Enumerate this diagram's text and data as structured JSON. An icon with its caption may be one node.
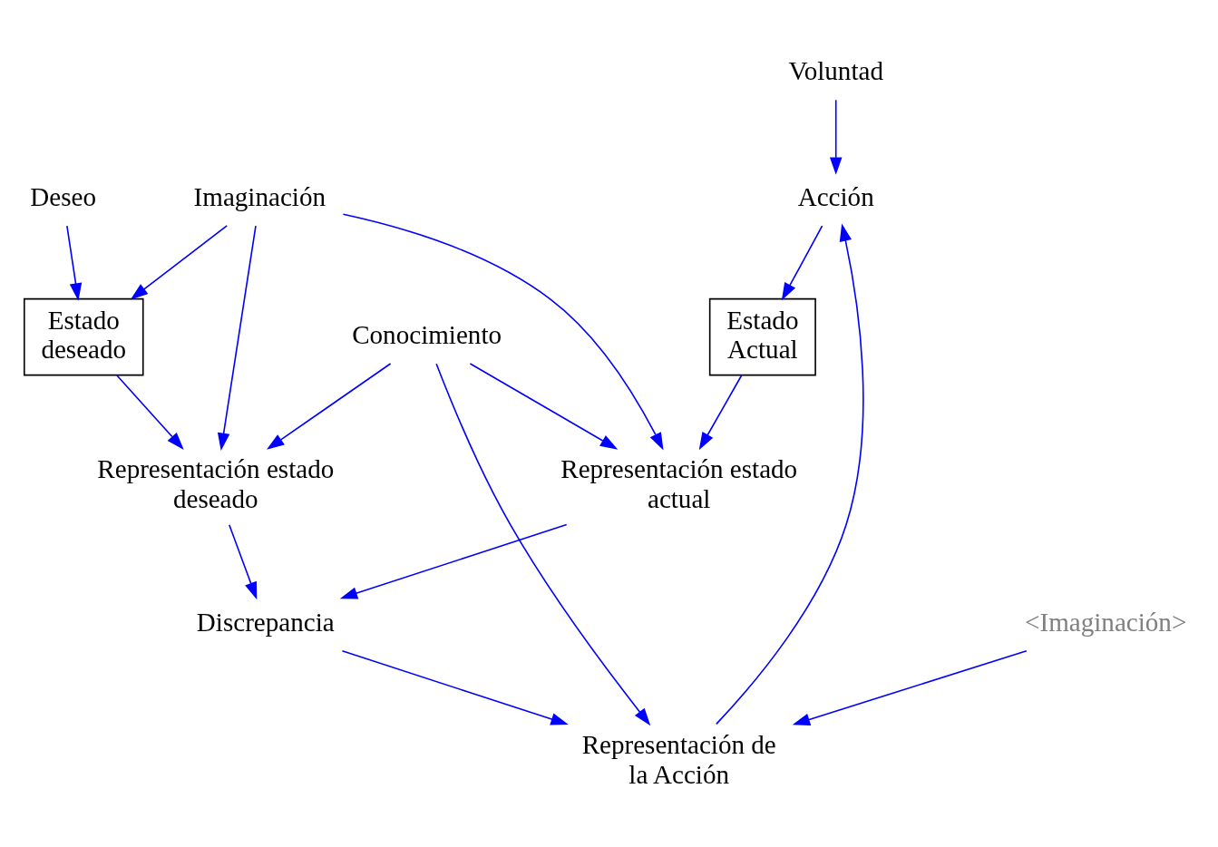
{
  "diagram": {
    "nodes": [
      {
        "text": [
          "Voluntad"
        ]
      },
      {
        "text": [
          "Estado Actual"
        ]
      },
      {
        "text": [
          "Imaginación"
        ]
      },
      {
        "text": [
          "Deseo"
        ]
      },
      {
        "text": [
          "Acción"
        ]
      },
      {
        "text": [
          "Representación estado actual"
        ]
      },
      {
        "text": [
          "Estado deseado"
        ]
      },
      {
        "text": [
          "Conocimiento"
        ]
      },
      {
        "text": [
          "Representación estado deseado"
        ]
      },
      {
        "text": [
          "Discrepancia"
        ]
      },
      {
        "text": [
          "Representación de la Acción"
        ]
      },
      {
        "text": [
          "<Imaginación>"
        ]
      }
    ],
    "edges": [
      {
        "from": 0,
        "to": 4,
        "arrow": "to",
        "color": "#0000ff"
      },
      {
        "from": 4,
        "to": 1,
        "arrow": "to",
        "color": "#0000ff"
      },
      {
        "from": 1,
        "to": 5,
        "arrow": "to",
        "color": "#0000ff"
      },
      {
        "from": 2,
        "to": 5,
        "arrow": "to",
        "color": "#0000ff"
      },
      {
        "from": 2,
        "to": 6,
        "arrow": "to",
        "color": "#0000ff"
      },
      {
        "from": 2,
        "to": 8,
        "arrow": "to",
        "color": "#0000ff"
      },
      {
        "from": 3,
        "to": 6,
        "arrow": "to",
        "color": "#0000ff"
      },
      {
        "from": 6,
        "to": 8,
        "arrow": "to",
        "color": "#0000ff"
      },
      {
        "from": 7,
        "to": 5,
        "arrow": "to",
        "color": "#0000ff"
      },
      {
        "from": 7,
        "to": 8,
        "arrow": "to",
        "color": "#0000ff"
      },
      {
        "from": 7,
        "to": 10,
        "arrow": "to",
        "color": "#0000ff"
      },
      {
        "from": 5,
        "to": 9,
        "arrow": "to",
        "color": "#0000ff"
      },
      {
        "from": 8,
        "to": 9,
        "arrow": "to",
        "color": "#0000ff"
      },
      {
        "from": 9,
        "to": 10,
        "arrow": "to",
        "color": "#0000ff"
      },
      {
        "from": 10,
        "to": 4,
        "arrow": "to",
        "color": "#0000ff"
      },
      {
        "from": 11,
        "to": 10,
        "arrow": "to",
        "color": "#0000ff"
      }
    ]
  }
}
